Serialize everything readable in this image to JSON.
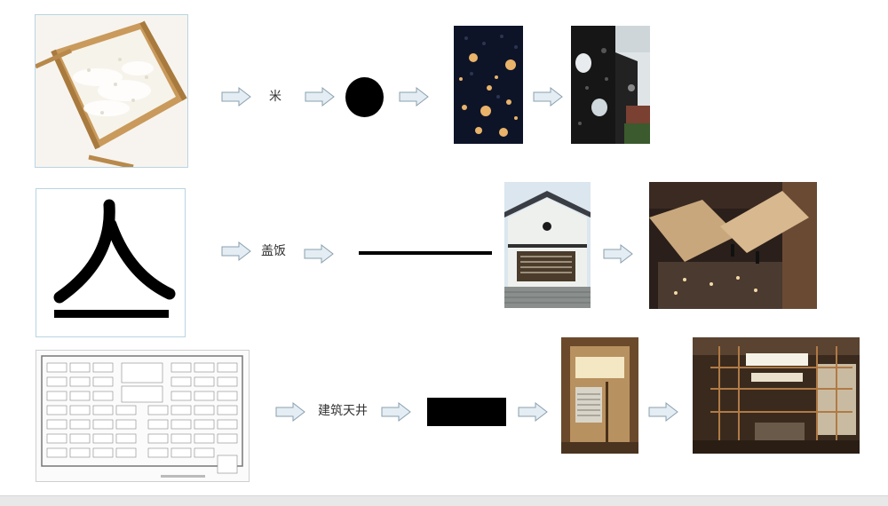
{
  "rows": [
    {
      "label": "米",
      "source_image": "rice-in-wooden-tray",
      "symbol": "circle",
      "examples": [
        "perforated-wall-with-round-lights",
        "black-facade-with-round-windows"
      ]
    },
    {
      "label": "盖饭",
      "source_image": "character-glyph",
      "glyph": "亼",
      "symbol": "line",
      "examples": [
        "japanese-gable-with-round-vent",
        "folded-mesh-ceiling-panels"
      ]
    },
    {
      "label": "建筑天井",
      "source_image": "city-grid-plan",
      "symbol": "rectangle",
      "examples": [
        "wooden-interior-with-skylight",
        "atrium-with-steel-frame"
      ]
    }
  ],
  "colors": {
    "arrow_fill": "#e4edf3",
    "arrow_stroke": "#8aa0ae",
    "frame_border": "#b9d4e3",
    "symbol": "#000000"
  }
}
